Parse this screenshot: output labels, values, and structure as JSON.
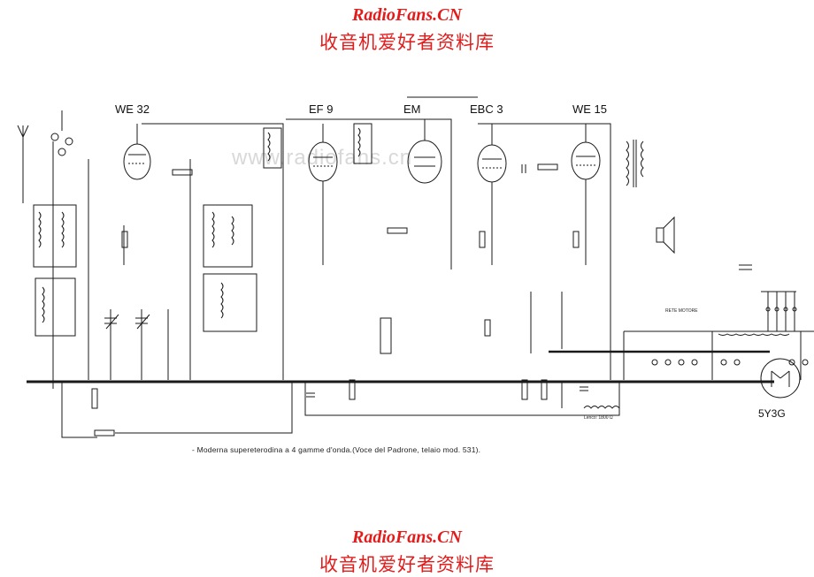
{
  "watermark": {
    "site": "RadioFans.CN",
    "chinese": "收音机爱好者资料库",
    "center": "www.radiofans.cn",
    "color": "#e31b1b"
  },
  "tubes": {
    "we32": "WE 32",
    "ef9": "EF 9",
    "em": "EM",
    "ebc3": "EBC 3",
    "we15": "WE 15",
    "rectifier": "5Y3G"
  },
  "caption": "- Moderna supereterodina a 4 gamme d'onda.(Voce del Padrone, telaio mod. 531).",
  "labels": {
    "rete_motore": "RETE MOTORE",
    "lenco": "Lenco: 1800 Ω"
  }
}
